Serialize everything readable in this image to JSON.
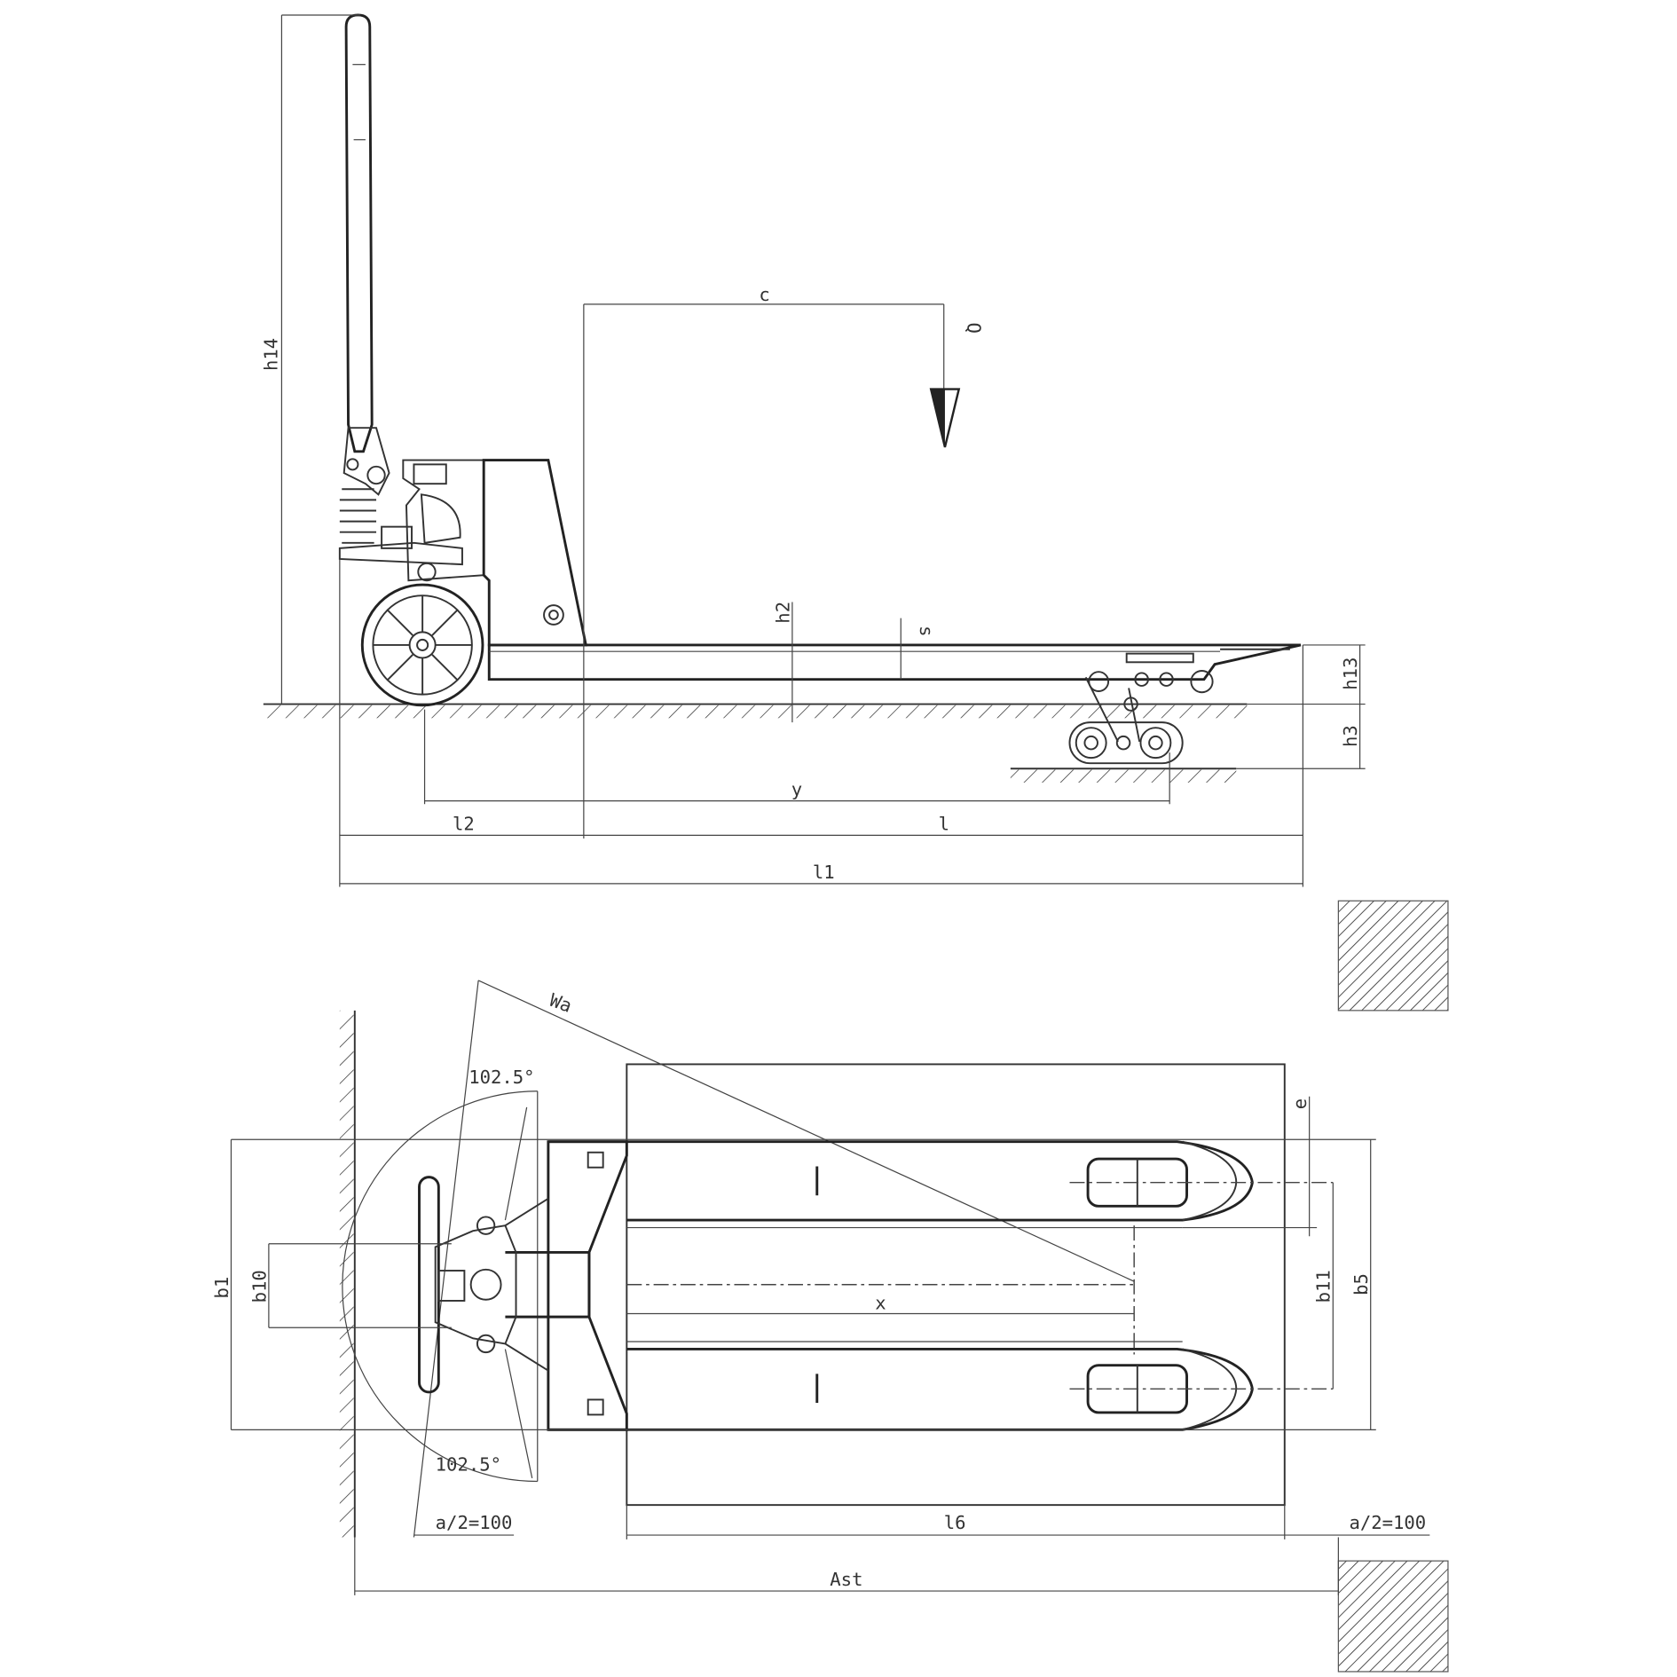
{
  "side_view": {
    "h14": "h14",
    "c": "c",
    "Q": "Q",
    "h2": "h2",
    "s": "s",
    "h13": "h13",
    "h3": "h3",
    "y": "y",
    "l2": "l2",
    "l": "l",
    "l1": "l1"
  },
  "top_view": {
    "Wa": "Wa",
    "angle_top": "102.5°",
    "angle_bottom": "102.5°",
    "b1": "b1",
    "b10": "b10",
    "x": "x",
    "e": "e",
    "b11": "b11",
    "b5": "b5",
    "a2_left": "a/2=100",
    "l6": "l6",
    "a2_right": "a/2=100",
    "Ast": "Ast"
  }
}
